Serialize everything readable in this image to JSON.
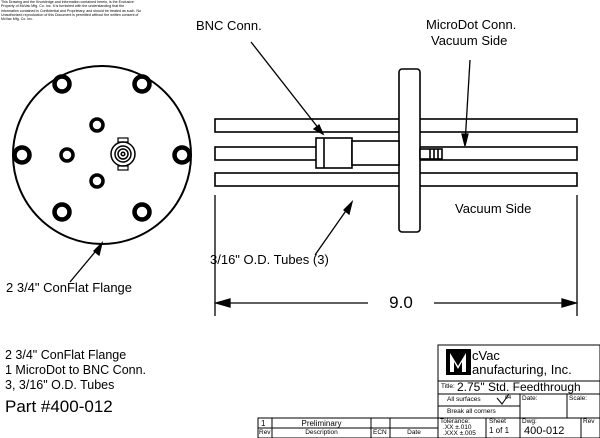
{
  "notice": "This Drawing and the Knowledge and information contained herein, is the Exclusive Property of McVac Mfg. Co. Inc. It is furnished with the understanding that the information contained is Confidential and Proprietary, and should be treated as such. No Unauthorized reproduction of this Document is permitted without the written consent of McVac Mfg. Co. Inc.",
  "callouts": {
    "bnc_conn": "BNC Conn.",
    "microdot_line1": "MicroDot Conn.",
    "microdot_line2": "Vacuum Side",
    "vacuum_side": "Vacuum Side",
    "tubes": "3/16\" O.D. Tubes (3)",
    "flange": "2 3/4\" ConFlat Flange",
    "dimension": "9.0"
  },
  "description": {
    "line1": "2 3/4\" ConFlat Flange",
    "line2": "1 MicroDot to BNC Conn.",
    "line3": "3, 3/16\" O.D. Tubes",
    "part_number": "Part #400-012"
  },
  "title_block": {
    "company_line1": "cVac",
    "company_line2": "anufacturing, Inc.",
    "logo_letter": "M",
    "title_label": "Title:",
    "title": "2.75\" Std. Feedthrough",
    "all_surfaces": "All surfaces",
    "finish_mark": "64",
    "date_label": "Date:",
    "scale_label": "Scale:",
    "break_corners": "Break all corners",
    "tolerance_label": "Tolerance:",
    "tol_xx": ".XX  ±.010",
    "tol_xxx": ".XXX  ±.005",
    "sheet_label": "Sheet",
    "sheet_value": "1  of  1",
    "dwg_label": "Dwg:",
    "dwg_number": "400-012",
    "rev_label": "Rev"
  },
  "revision_table": {
    "rev": "1",
    "description": "Preliminary",
    "header_rev": "Rev",
    "header_description": "Description",
    "header_ecn": "ECN",
    "header_date": "Date"
  }
}
